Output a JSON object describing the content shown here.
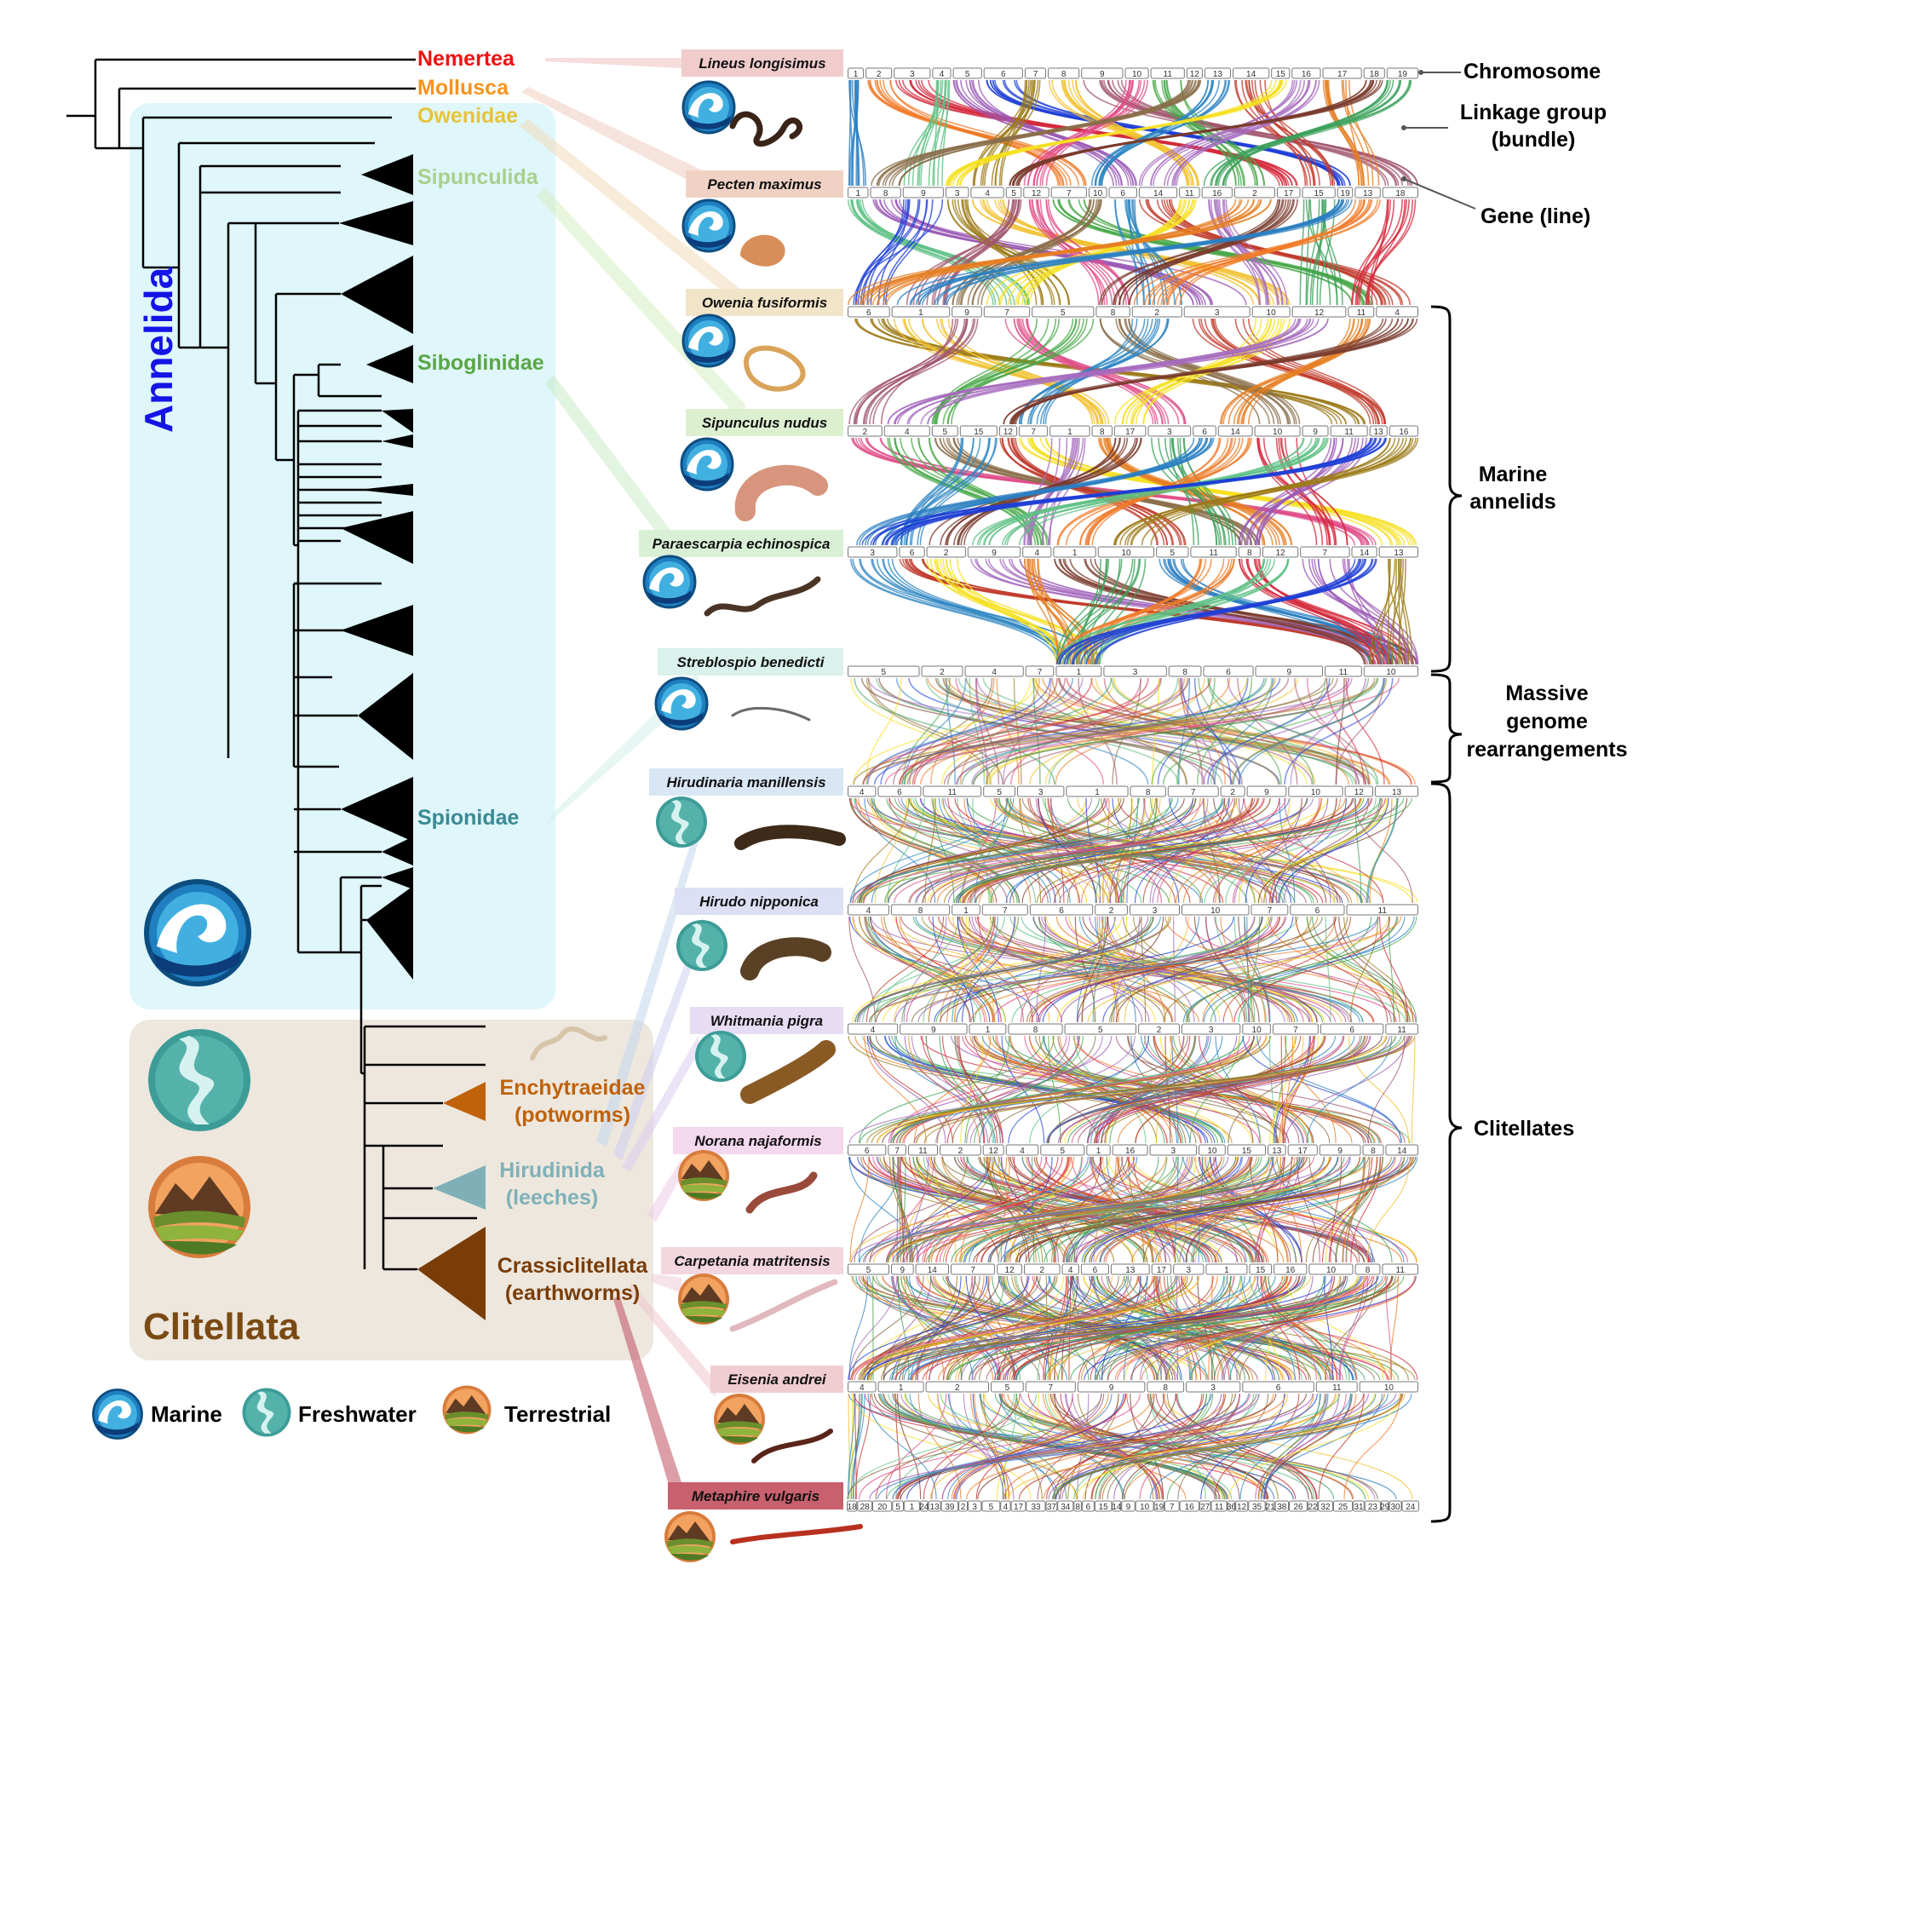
{
  "clade_labels": {
    "nemertea": "Nemertea",
    "mollusca": "Mollusca",
    "owenidae": "Owenidae",
    "sipunculida": "Sipunculida",
    "siboglinidae": "Siboglinidae",
    "spionidae": "Spionidae",
    "annelida": "Annelida",
    "clitellata": "Clitellata",
    "enchytraeidae_1": "Enchytraeidae",
    "enchytraeidae_2": "(potworms)",
    "hirudinida_1": "Hirudinida",
    "hirudinida_2": "(leeches)",
    "crassiclitellata_1": "Crassiclitellata",
    "crassiclitellata_2": "(earthworms)"
  },
  "legend": {
    "marine": "Marine",
    "freshwater": "Freshwater",
    "terrestrial": "Terrestrial"
  },
  "annotations": {
    "chromosome": "Chromosome",
    "linkage_1": "Linkage group",
    "linkage_2": "(bundle)",
    "gene": "Gene (line)",
    "marine_1": "Marine",
    "marine_2": "annelids",
    "massive_1": "Massive",
    "massive_2": "genome",
    "massive_3": "rearrangements",
    "clitellates": "Clitellates"
  },
  "colors": {
    "nemertea": "#ee1111",
    "mollusca": "#f7941d",
    "owenidae": "#e8c33a",
    "sipunculida": "#a8d08d",
    "siboglinidae": "#5aa646",
    "spionidae": "#3a8a94",
    "annelida": "#1414e6",
    "clitellata_text": "#7a4a12",
    "enchytraeidae": "#c0620a",
    "hirudinida": "#7fb0b8",
    "crassiclitellata": "#7a3d08",
    "marine_panel": "#dff6fb",
    "clitellata_panel": "#ede7de"
  },
  "species": [
    {
      "name": "Lineus longisimus",
      "habitat": "marine",
      "band": "#f0cccc",
      "chromosomes": [
        "1",
        "2",
        "3",
        "4",
        "5",
        "6",
        "7",
        "8",
        "9",
        "10",
        "11",
        "12",
        "13",
        "14",
        "15",
        "16",
        "17",
        "18",
        "19"
      ]
    },
    {
      "name": "Pecten maximus",
      "habitat": "marine",
      "band": "#f0d2c4",
      "chromosomes": [
        "1",
        "8",
        "9",
        "3",
        "4",
        "5",
        "12",
        "7",
        "10",
        "6",
        "14",
        "11",
        "16",
        "2",
        "17",
        "15",
        "19",
        "13",
        "18"
      ]
    },
    {
      "name": "Owenia fusiformis",
      "habitat": "marine",
      "band": "#f2e4c8",
      "chromosomes": [
        "6",
        "1",
        "9",
        "7",
        "5",
        "8",
        "2",
        "3",
        "10",
        "12",
        "11",
        "4"
      ]
    },
    {
      "name": "Sipunculus nudus",
      "habitat": "marine",
      "band": "#dcefcf",
      "chromosomes": [
        "2",
        "4",
        "5",
        "15",
        "12",
        "7",
        "1",
        "8",
        "17",
        "3",
        "6",
        "14",
        "10",
        "9",
        "11",
        "13",
        "16"
      ]
    },
    {
      "name": "Paraescarpia echinospica",
      "habitat": "marine",
      "band": "#d9f0d6",
      "chromosomes": [
        "3",
        "6",
        "2",
        "9",
        "4",
        "1",
        "10",
        "5",
        "11",
        "8",
        "12",
        "7",
        "14",
        "13"
      ]
    },
    {
      "name": "Streblospio benedicti",
      "habitat": "marine",
      "band": "#daf1ec",
      "chromosomes": [
        "5",
        "2",
        "4",
        "7",
        "1",
        "3",
        "8",
        "6",
        "9",
        "11",
        "10"
      ]
    },
    {
      "name": "Hirudinaria manillensis",
      "habitat": "freshwater",
      "band": "#d9e6f5",
      "chromosomes": [
        "4",
        "6",
        "11",
        "5",
        "3",
        "1",
        "8",
        "7",
        "2",
        "9",
        "10",
        "12",
        "13"
      ]
    },
    {
      "name": "Hirudo nipponica",
      "habitat": "freshwater",
      "band": "#dde0f5",
      "chromosomes": [
        "4",
        "8",
        "1",
        "7",
        "6",
        "2",
        "3",
        "10",
        "7",
        "6",
        "11"
      ]
    },
    {
      "name": "Whitmania pigra",
      "habitat": "freshwater",
      "band": "#e6dcf3",
      "chromosomes": [
        "4",
        "9",
        "1",
        "8",
        "5",
        "2",
        "3",
        "10",
        "7",
        "6",
        "11"
      ]
    },
    {
      "name": "Norana najaformis",
      "habitat": "terrestrial",
      "band": "#f3d8ee",
      "chromosomes": [
        "6",
        "7",
        "11",
        "2",
        "12",
        "4",
        "5",
        "1",
        "16",
        "3",
        "10",
        "15",
        "13",
        "17",
        "9",
        "8",
        "14"
      ]
    },
    {
      "name": "Carpetania matritensis",
      "habitat": "terrestrial",
      "band": "#f3d6de",
      "chromosomes": [
        "5",
        "9",
        "14",
        "7",
        "12",
        "2",
        "4",
        "6",
        "13",
        "17",
        "3",
        "1",
        "15",
        "16",
        "10",
        "8",
        "11"
      ]
    },
    {
      "name": "Eisenia andrei",
      "habitat": "terrestrial",
      "band": "#f0cdd2",
      "chromosomes": [
        "4",
        "1",
        "2",
        "5",
        "7",
        "9",
        "8",
        "3",
        "6",
        "11",
        "10"
      ]
    },
    {
      "name": "Metaphire vulgaris",
      "habitat": "terrestrial",
      "band": "#c8606e",
      "chromosomes": [
        "18",
        "28",
        "20",
        "5",
        "1",
        "24",
        "13",
        "39",
        "2",
        "3",
        "5",
        "4",
        "17",
        "33",
        "37",
        "34",
        "8",
        "6",
        "15",
        "14",
        "9",
        "10",
        "19",
        "7",
        "16",
        "27",
        "11",
        "36",
        "12",
        "35",
        "21",
        "38",
        "26",
        "22",
        "32",
        "25",
        "31",
        "23",
        "29",
        "30",
        "24"
      ]
    }
  ],
  "bundle_colors": [
    "#2b7fc1",
    "#f07b28",
    "#d4283b",
    "#5ec084",
    "#9b59b6",
    "#1f3fd6",
    "#9c7b18",
    "#f2c230",
    "#a0566d",
    "#e04f8a",
    "#4aa84a",
    "#8a6d4a",
    "#2e86c1",
    "#c0392b",
    "#f5e020",
    "#a56bbd",
    "#e67e22",
    "#7a3b2e",
    "#3aa05a"
  ]
}
